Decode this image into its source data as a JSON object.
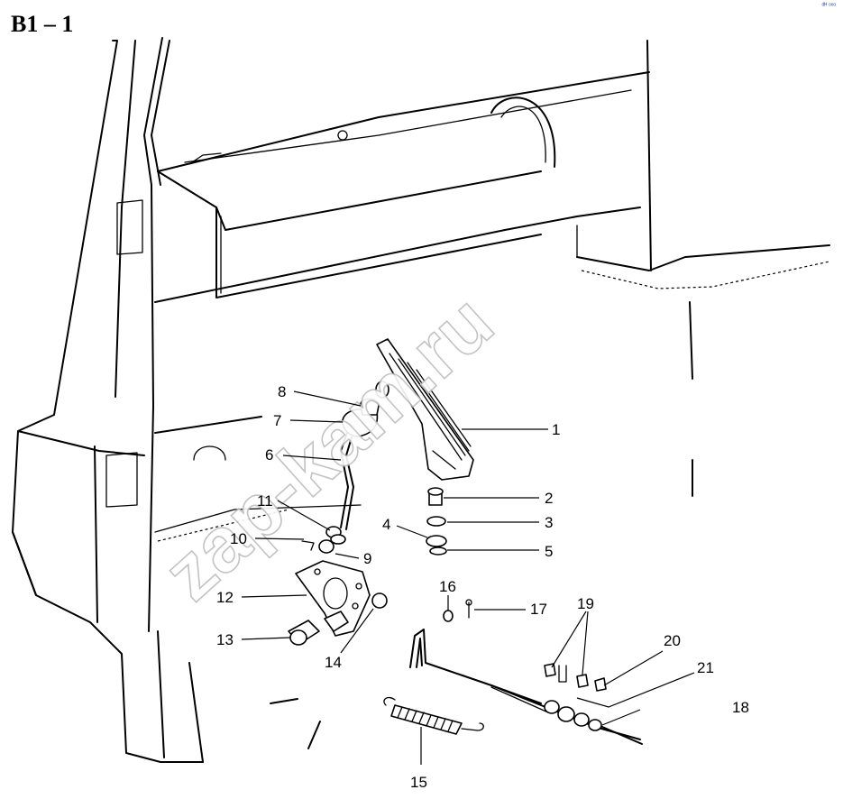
{
  "header": {
    "code": "B1 – 1",
    "corner_mark": "ᵈᴴ ᵒᵒᵒ"
  },
  "watermark": {
    "text": "zap-kam.ru"
  },
  "callouts": [
    {
      "id": "c1",
      "number": "1"
    },
    {
      "id": "c2",
      "number": "2"
    },
    {
      "id": "c3",
      "number": "3"
    },
    {
      "id": "c4",
      "number": "4"
    },
    {
      "id": "c5",
      "number": "5"
    },
    {
      "id": "c6",
      "number": "6"
    },
    {
      "id": "c7",
      "number": "7"
    },
    {
      "id": "c8",
      "number": "8"
    },
    {
      "id": "c9",
      "number": "9"
    },
    {
      "id": "c10",
      "number": "10"
    },
    {
      "id": "c11",
      "number": "11"
    },
    {
      "id": "c12",
      "number": "12"
    },
    {
      "id": "c13",
      "number": "13"
    },
    {
      "id": "c14",
      "number": "14"
    },
    {
      "id": "c15",
      "number": "15"
    },
    {
      "id": "c16",
      "number": "16"
    },
    {
      "id": "c17",
      "number": "17"
    },
    {
      "id": "c18",
      "number": "18"
    },
    {
      "id": "c19",
      "number": "19"
    },
    {
      "id": "c20",
      "number": "20"
    },
    {
      "id": "c21",
      "number": "21"
    }
  ]
}
